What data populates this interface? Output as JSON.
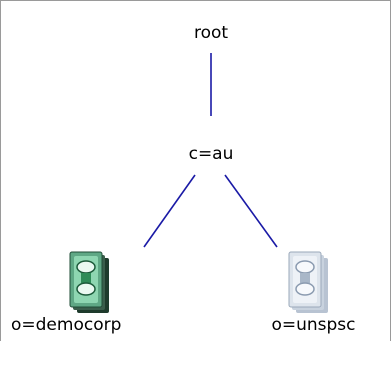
{
  "tree": {
    "root": {
      "label": "root"
    },
    "country": {
      "label": "c=au"
    },
    "organizations": [
      {
        "label": "o=democorp",
        "state": "active",
        "icon": "directory-server-icon"
      },
      {
        "label": "o=unspsc",
        "state": "inactive",
        "icon": "directory-server-icon"
      }
    ]
  },
  "colors": {
    "edge": "#1a1aa6",
    "active_icon": "#2e8b57",
    "inactive_icon": "#9fb0c4"
  }
}
